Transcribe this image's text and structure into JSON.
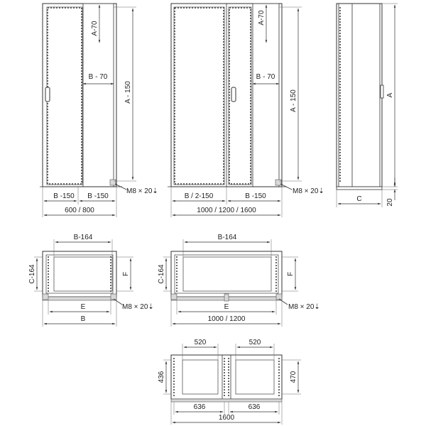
{
  "views": {
    "front_single": {
      "depth_minus_70_top": "A-70",
      "width_minus_70": "B - 70",
      "height_minus_150": "A - 150",
      "width_minus_150_left": "B -150",
      "width_minus_150_right": "B -150",
      "overall_width": "600 / 800",
      "bolt_spec": "M8 × 20⇣"
    },
    "front_double": {
      "depth_minus_70_top": "A-70",
      "width_minus_70": "B - 70",
      "height_minus_150": "A - 150",
      "half_width": "B / 2-150",
      "width_minus_150": "B -150",
      "overall_width": "1000 / 1200 / 1600",
      "bolt_spec": "M8 × 20⇣"
    },
    "side": {
      "height": "A",
      "depth": "C",
      "plinth": "20"
    },
    "plan_single": {
      "inner_width": "B-164",
      "inner_depth": "C-164",
      "f_dim": "F",
      "e_dim": "E",
      "overall_width": "B",
      "bolt_spec": "M8 × 20⇣"
    },
    "plan_double": {
      "inner_width": "B-164",
      "inner_depth": "C-164",
      "f_dim": "F",
      "e_dim": "E",
      "overall_width": "1000 / 1200",
      "bolt_spec": "M8 × 20⇣"
    },
    "plan_1600": {
      "opening_left": "520",
      "opening_right": "520",
      "depth_left": "436",
      "depth_right": "470",
      "fix_left": "636",
      "fix_right": "636",
      "overall_width": "1600"
    }
  }
}
